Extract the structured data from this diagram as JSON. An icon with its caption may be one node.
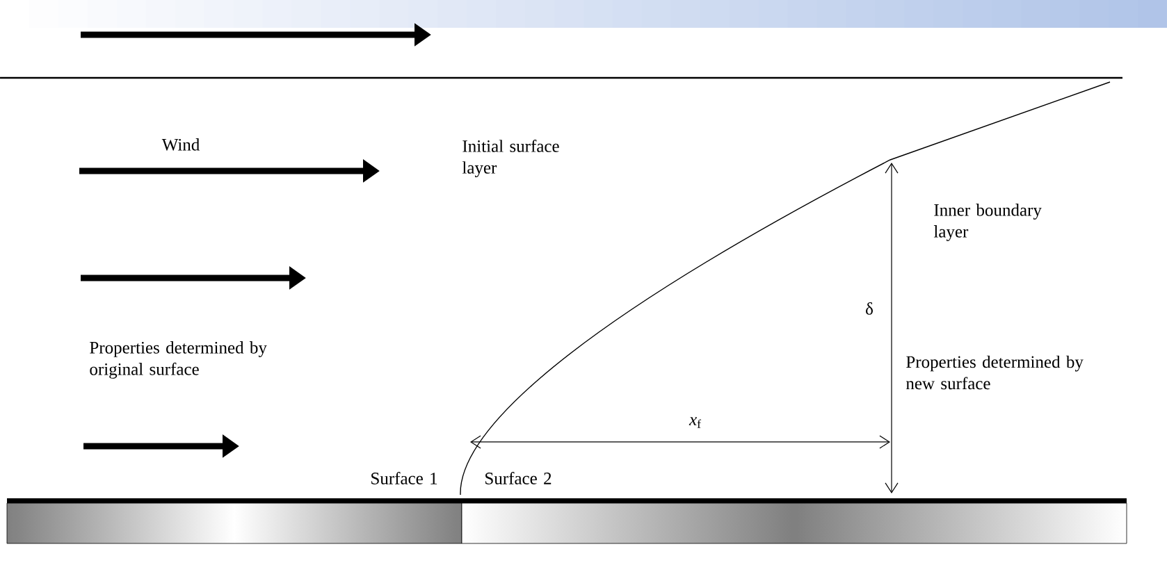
{
  "diagram": {
    "labels": [
      "Wind",
      "Initial surface layer",
      "Inner boundary layer",
      "δ",
      "Properties determined by original surface",
      "Properties determined by new surface",
      "*x*$_{f}$",
      "Surface 1",
      "Surface 2"
    ]
  }
}
